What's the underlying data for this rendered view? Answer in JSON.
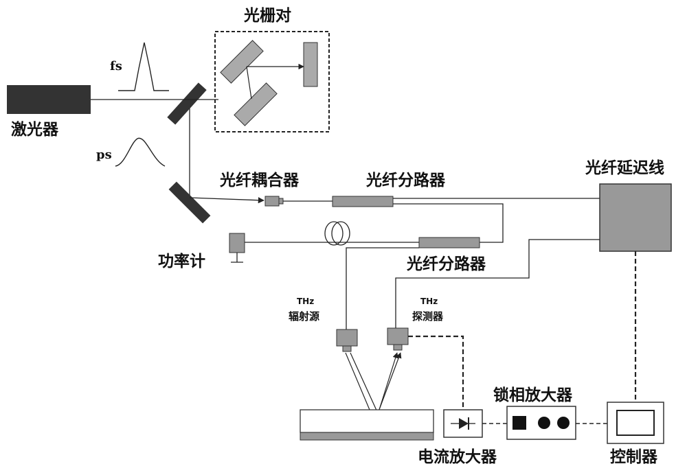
{
  "labels": {
    "laser": "激光器",
    "grating_pair": "光栅对",
    "fs": "fs",
    "ps": "ps",
    "fiber_coupler": "光纤耦合器",
    "fiber_splitter_1": "光纤分路器",
    "fiber_splitter_2": "光纤分路器",
    "fiber_delay_line": "光纤延迟线",
    "power_meter": "功率计",
    "thz_source_line1": "THz",
    "thz_source_line2": "辐射源",
    "thz_detector_line1": "THz",
    "thz_detector_line2": "探测器",
    "lockin_amplifier": "锁相放大器",
    "current_amplifier": "电流放大器",
    "controller": "控制器"
  },
  "colors": {
    "dark": "#333333",
    "gray": "#999999",
    "gray_light": "#aaaaaa",
    "line": "#222222"
  }
}
